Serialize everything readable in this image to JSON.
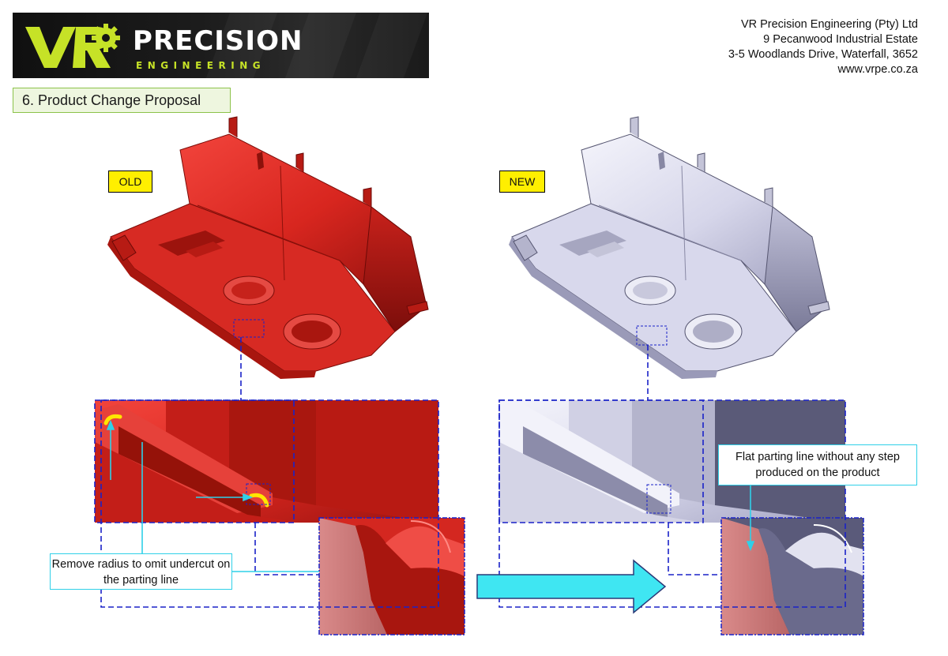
{
  "header": {
    "logo": {
      "mark": "VR",
      "word": "PRECISION",
      "sub": "ENGINEERING"
    },
    "company": {
      "name": "VR Precision Engineering (Pty) Ltd",
      "address_line1": "9 Pecanwood Industrial Estate",
      "address_line2": "3-5 Woodlands Drive, Waterfall, 3652",
      "website": "www.vrpe.co.za"
    }
  },
  "section": {
    "title": "6. Product Change Proposal"
  },
  "labels": {
    "old": "OLD",
    "new": "NEW"
  },
  "callouts": {
    "old": "Remove radius to omit undercut on the parting line",
    "new": "Flat parting line without any step produced on the product"
  },
  "colors": {
    "old_part": "#e8302c",
    "new_part": "#d6d6ea",
    "highlight_yellow": "#ffef00",
    "callout_border": "#2fd0e8",
    "arrow": "#3fe6f2",
    "detail_line": "#1a22c8",
    "brand_green": "#c6e227"
  }
}
